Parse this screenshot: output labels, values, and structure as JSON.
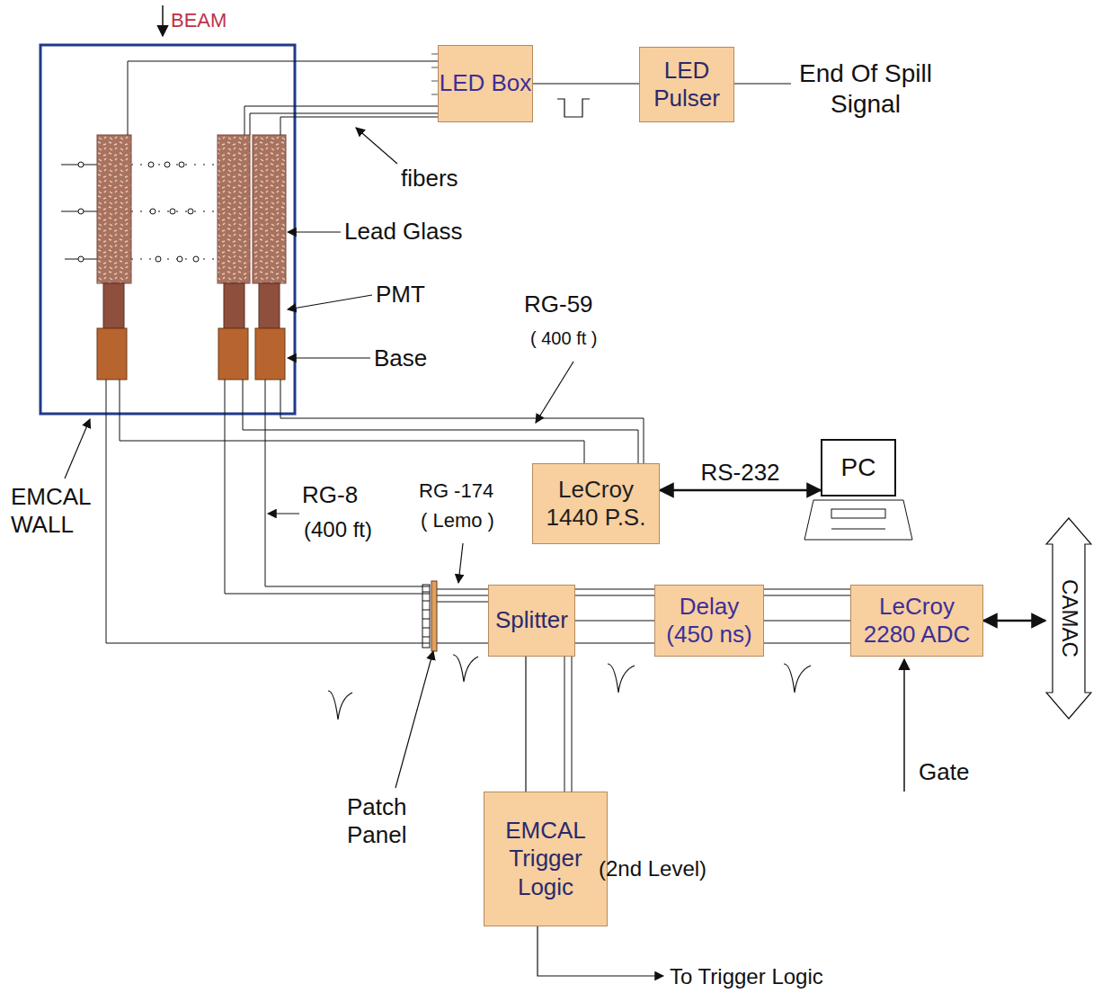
{
  "diagram": {
    "nodes": [
      {
        "text": [
          "LED Box"
        ]
      },
      {
        "text": [
          "LED Pulser"
        ]
      },
      {
        "text": [
          "LeCroy 1440 P.S."
        ]
      },
      {
        "text": [
          "PC"
        ]
      },
      {
        "text": [
          "Splitter"
        ]
      },
      {
        "text": [
          "Delay (450 ns)"
        ]
      },
      {
        "text": [
          "LeCroy 2280 ADC"
        ]
      },
      {
        "text": [
          "CAMAC"
        ]
      },
      {
        "text": [
          "EMCAL Trigger Logic"
        ]
      }
    ],
    "edges": [
      {
        "from": 0,
        "to": 1,
        "arrow": "none"
      },
      {
        "from": 2,
        "to": 3,
        "label": "RS-232",
        "arrow": "both"
      },
      {
        "from": 4,
        "to": 5,
        "arrow": "none"
      },
      {
        "from": 5,
        "to": 6,
        "arrow": "none"
      },
      {
        "from": 6,
        "to": 7,
        "arrow": "both"
      },
      {
        "from": 4,
        "to": 8,
        "arrow": "none"
      }
    ],
    "labels": [
      "BEAM",
      "fibers",
      "Lead Glass",
      "PMT",
      "Base",
      "EMCAL WALL",
      "RG-59",
      "( 400 ft )",
      "RG-8",
      "(400 ft)",
      "RG -174",
      "( Lemo )",
      "Patch Panel",
      "Gate",
      "To Trigger Logic",
      "End Of Spill Signal",
      "(2nd Level)"
    ]
  }
}
